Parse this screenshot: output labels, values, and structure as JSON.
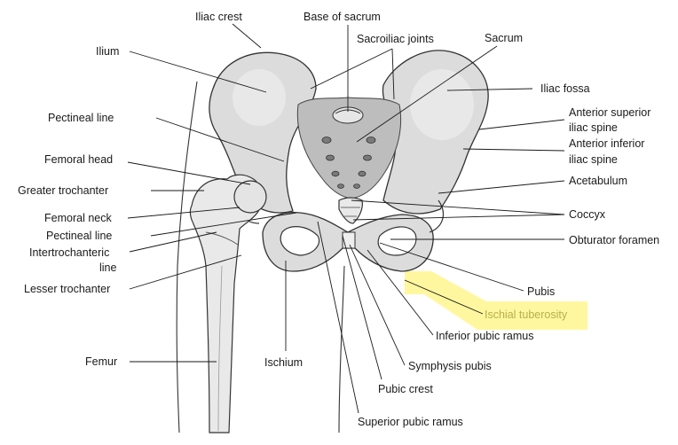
{
  "labels": {
    "iliac_crest": "Iliac crest",
    "base_of_sacrum": "Base of sacrum",
    "sacroiliac_joints": "Sacroiliac joints",
    "sacrum": "Sacrum",
    "ilium": "Ilium",
    "iliac_fossa": "Iliac fossa",
    "pectineal_line_upper": "Pectineal line",
    "anterior_superior_iliac_spine_1": "Anterior superior",
    "anterior_superior_iliac_spine_2": "iliac spine",
    "anterior_inferior_iliac_spine_1": "Anterior inferior",
    "anterior_inferior_iliac_spine_2": "iliac spine",
    "femoral_head": "Femoral head",
    "acetabulum": "Acetabulum",
    "greater_trochanter": "Greater trochanter",
    "femoral_neck": "Femoral neck",
    "coccyx": "Coccyx",
    "pectineal_line_lower": "Pectineal line",
    "obturator_foramen": "Obturator foramen",
    "intertrochanteric_line_1": "Intertrochanteric",
    "intertrochanteric_line_2": "line",
    "lesser_trochanter": "Lesser trochanter",
    "pubis": "Pubis",
    "ischial_tuberosity": "Ischial tuberosity",
    "inferior_pubic_ramus": "Inferior pubic ramus",
    "femur": "Femur",
    "ischium": "Ischium",
    "symphysis_pubis": "Symphysis pubis",
    "pubic_crest": "Pubic crest",
    "superior_pubic_ramus": "Superior pubic ramus"
  },
  "colors": {
    "highlight": "#fff79a",
    "highlight_text": "#b8b04a",
    "ink": "#1a1a1a",
    "bone": "#dcdcdc"
  }
}
